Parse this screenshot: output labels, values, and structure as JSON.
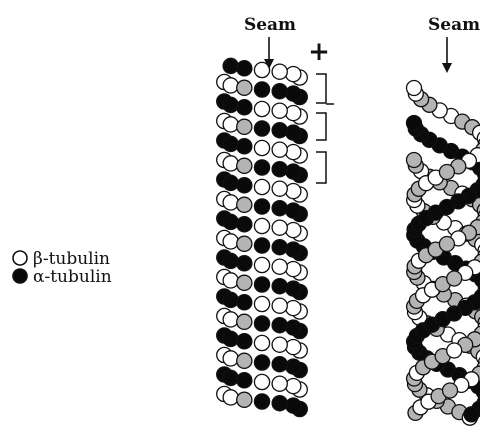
{
  "figure": {
    "left_structure": {
      "seam_label": "Seam",
      "plus_end_label": "+"
    },
    "right_structure": {
      "seam_label": "Seam"
    },
    "legend": {
      "items": [
        {
          "label": "β-tubulin",
          "marker": "open-circle"
        },
        {
          "label": "α-tubulin",
          "marker": "filled-circle"
        }
      ]
    }
  },
  "colors": {
    "alpha": "#0a0a0a",
    "beta": "#ffffff",
    "gray": "#b4b4b4",
    "dark_gray": "#808080",
    "stroke": "#111111"
  }
}
